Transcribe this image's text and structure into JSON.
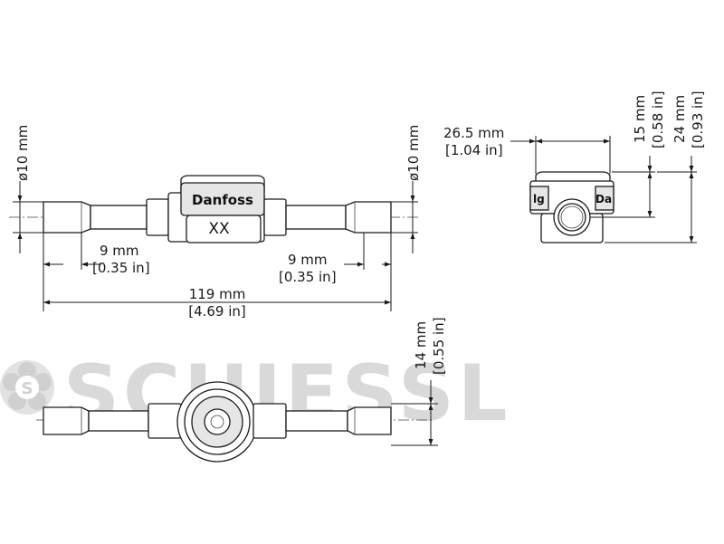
{
  "watermark": "SCHIESSL",
  "product": {
    "brand": "Danfoss",
    "marking": "XX"
  },
  "dimensions": {
    "pipe_od_left": "ø10 mm",
    "pipe_od_right": "ø10 mm",
    "insert_left": {
      "mm": "9 mm",
      "inch": "[0.35 in]"
    },
    "insert_right": {
      "mm": "9 mm",
      "inch": "[0.35 in]"
    },
    "overall_length": {
      "mm": "119 mm",
      "inch": "[4.69 in]"
    },
    "body_width": {
      "mm": "26.5 mm",
      "inch": "[1.04 in]"
    },
    "axis_height": {
      "mm": "15 mm",
      "inch": "[0.58 in]"
    },
    "total_height": {
      "mm": "24 mm",
      "inch": "[0.93 in]"
    },
    "window_depth": {
      "mm": "14 mm",
      "inch": "[0.55 in]"
    }
  },
  "colors": {
    "line": "#1a1a1a",
    "shading": "#e6e6e6",
    "watermark": "#d9d9d9"
  },
  "icons": [
    "schiessl-logo-icon",
    "arrowhead-icon"
  ]
}
